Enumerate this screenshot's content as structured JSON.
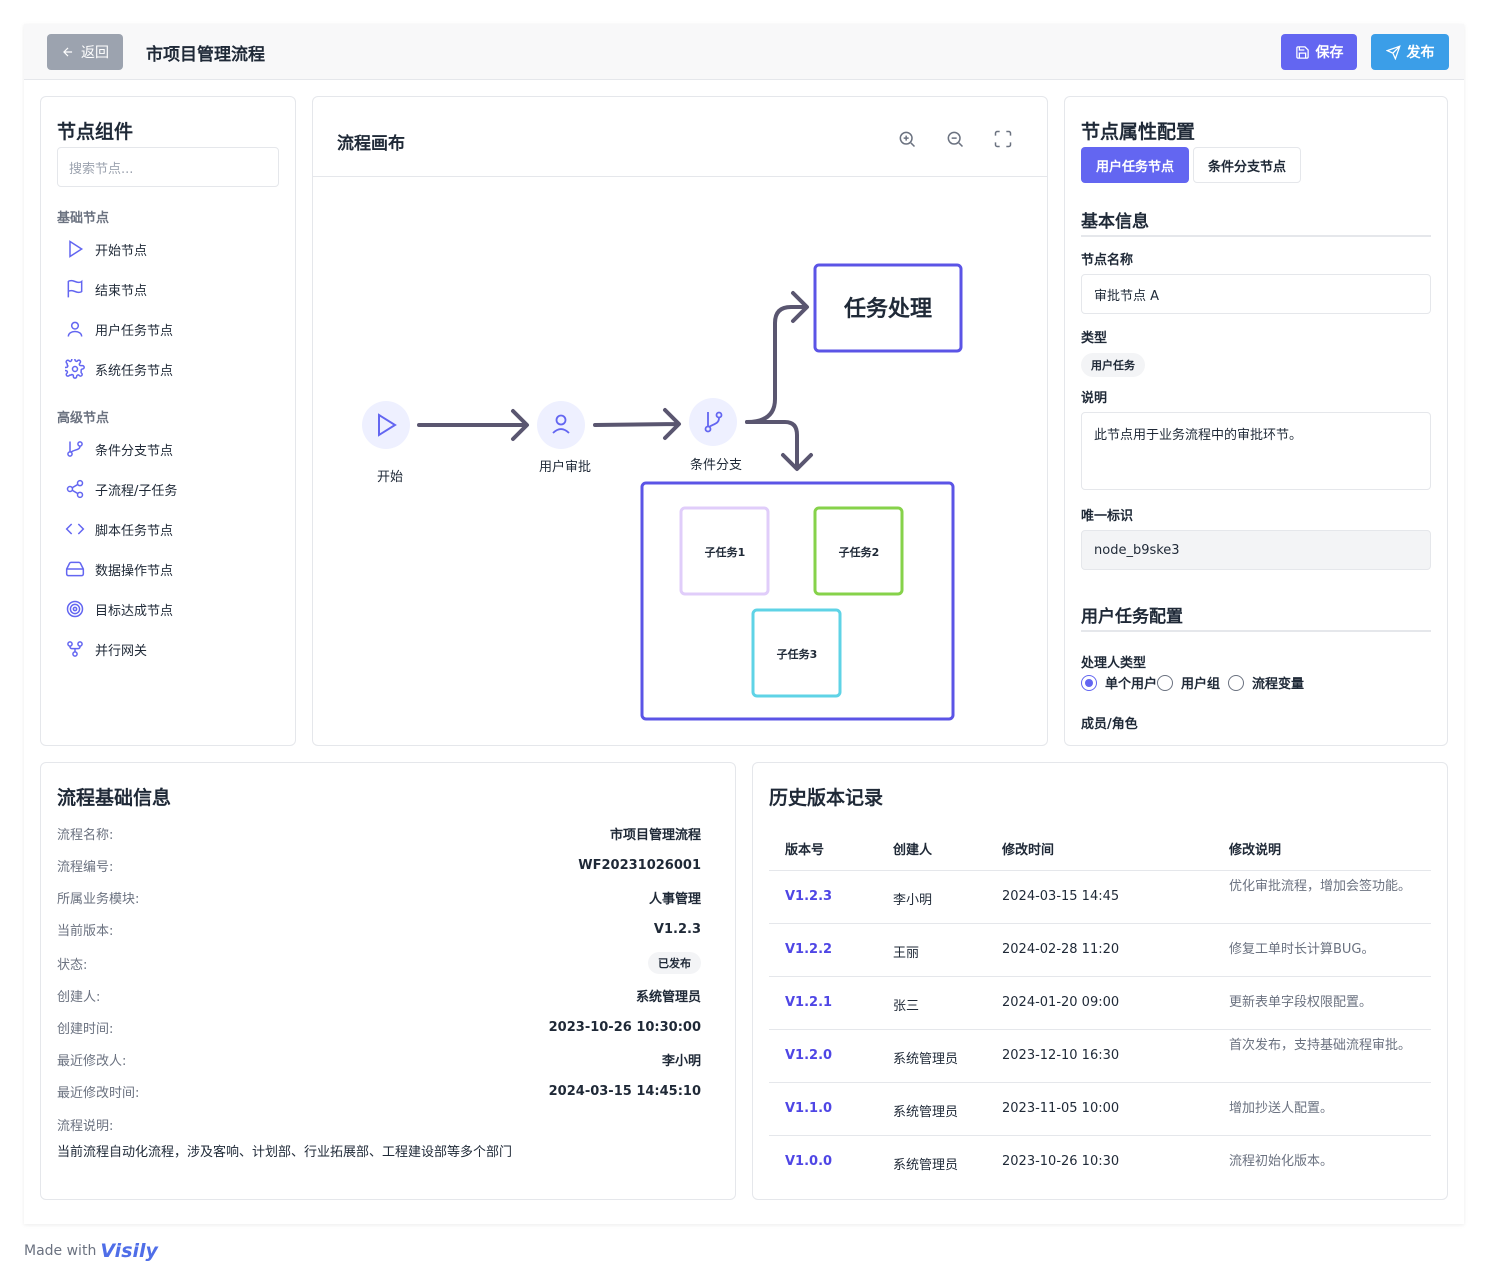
{
  "topbar": {
    "back_label": "返回",
    "title": "市项目管理流程",
    "save_label": "保存",
    "publish_label": "发布"
  },
  "left_panel": {
    "title": "节点组件",
    "search_placeholder": "搜索节点...",
    "groups": [
      {
        "label": "基础节点",
        "items": [
          {
            "label": "开始节点",
            "icon": "play-icon"
          },
          {
            "label": "结束节点",
            "icon": "flag-icon"
          },
          {
            "label": "用户任务节点",
            "icon": "user-icon"
          },
          {
            "label": "系统任务节点",
            "icon": "gear-icon"
          }
        ]
      },
      {
        "label": "高级节点",
        "items": [
          {
            "label": "条件分支节点",
            "icon": "git-branch-icon"
          },
          {
            "label": "子流程/子任务",
            "icon": "share-icon"
          },
          {
            "label": "脚本任务节点",
            "icon": "code-icon"
          },
          {
            "label": "数据操作节点",
            "icon": "hard-drive-icon"
          },
          {
            "label": "目标达成节点",
            "icon": "target-icon"
          },
          {
            "label": "并行网关",
            "icon": "git-fork-icon"
          }
        ]
      }
    ]
  },
  "canvas": {
    "title": "流程画布",
    "nodes": {
      "start": "开始",
      "approve": "用户审批",
      "branch": "条件分支",
      "task": "任务处理",
      "sub1": "子任务1",
      "sub2": "子任务2",
      "sub3": "子任务3"
    }
  },
  "right_panel": {
    "title": "节点属性配置",
    "tab_active": "用户任务节点",
    "tab_other": "条件分支节点",
    "basic_section": "基本信息",
    "name_label": "节点名称",
    "name_value": "审批节点 A",
    "type_label": "类型",
    "type_value": "用户任务",
    "desc_label": "说明",
    "desc_value": "此节点用于业务流程中的审批环节。",
    "id_label": "唯一标识",
    "id_value": "node_b9ske3",
    "task_section": "用户任务配置",
    "handler_label": "处理人类型",
    "handler_options": [
      "单个用户",
      "用户组",
      "流程变量"
    ],
    "handler_selected": "单个用户",
    "member_label": "成员/角色"
  },
  "info": {
    "title": "流程基础信息",
    "rows": [
      {
        "k": "流程名称:",
        "v": "市项目管理流程"
      },
      {
        "k": "流程编号:",
        "v": "WF20231026001"
      },
      {
        "k": "所属业务模块:",
        "v": "人事管理"
      },
      {
        "k": "当前版本:",
        "v": "V1.2.3"
      },
      {
        "k": "状态:",
        "v": "已发布"
      },
      {
        "k": "创建人:",
        "v": "系统管理员"
      },
      {
        "k": "创建时间:",
        "v": "2023-10-26 10:30:00"
      },
      {
        "k": "最近修改人:",
        "v": "李小明"
      },
      {
        "k": "最近修改时间:",
        "v": "2024-03-15 14:45:10"
      }
    ],
    "desc_label": "流程说明:",
    "desc_value": "当前流程自动化流程，涉及客响、计划部、行业拓展部、工程建设部等多个部门"
  },
  "history": {
    "title": "历史版本记录",
    "headers": [
      "版本号",
      "创建人",
      "修改时间",
      "修改说明"
    ],
    "rows": [
      {
        "ver": "V1.2.3",
        "by": "李小明",
        "time": "2024-03-15 14:45",
        "desc": "优化审批流程，增加会签功能。"
      },
      {
        "ver": "V1.2.2",
        "by": "王丽",
        "time": "2024-02-28 11:20",
        "desc": "修复工单时长计算BUG。"
      },
      {
        "ver": "V1.2.1",
        "by": "张三",
        "time": "2024-01-20 09:00",
        "desc": "更新表单字段权限配置。"
      },
      {
        "ver": "V1.2.0",
        "by": "系统管理员",
        "time": "2023-12-10 16:30",
        "desc": "首次发布，支持基础流程审批。"
      },
      {
        "ver": "V1.1.0",
        "by": "系统管理员",
        "time": "2023-11-05 10:00",
        "desc": "增加抄送人配置。"
      },
      {
        "ver": "V1.0.0",
        "by": "系统管理员",
        "time": "2023-10-26 10:30",
        "desc": "流程初始化版本。"
      }
    ]
  },
  "footer": {
    "made_with": "Made with",
    "brand": "Visily"
  },
  "colors": {
    "primary": "#6366f1",
    "publish": "#3b9ee8",
    "sub1_border": "#e0cdfa",
    "sub2_border": "#86d24a",
    "sub3_border": "#5fd3e6"
  }
}
